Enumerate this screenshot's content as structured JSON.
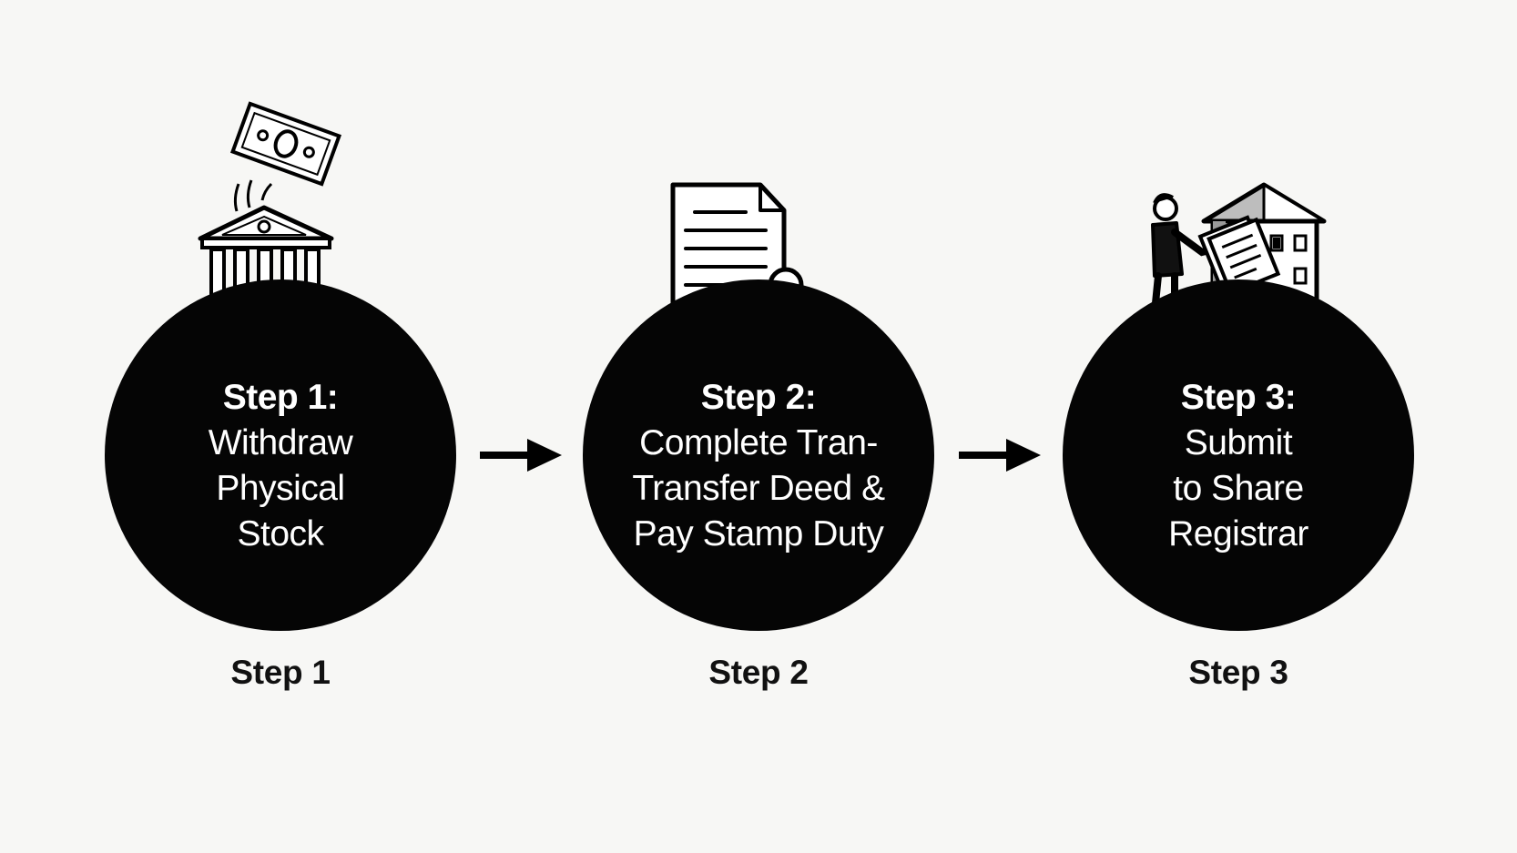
{
  "steps": [
    {
      "heading": "Step 1:",
      "lines": [
        "Withdraw",
        "Physical",
        "Stock"
      ],
      "caption": "Step 1",
      "icon": "bank-with-money-icon"
    },
    {
      "heading": "Step 2:",
      "lines": [
        "Complete Tran-",
        "Transfer Deed &",
        "Pay Stamp Duty"
      ],
      "caption": "Step 2",
      "icon": "document-with-stamp-icon"
    },
    {
      "heading": "Step 3:",
      "lines": [
        "Submit",
        "to Share",
        "Registrar"
      ],
      "caption": "Step 3",
      "icon": "person-submitting-to-building-icon"
    }
  ],
  "colors": {
    "background": "#f7f7f5",
    "circle": "#050505",
    "circle_text": "#ffffff",
    "caption": "#111111"
  }
}
